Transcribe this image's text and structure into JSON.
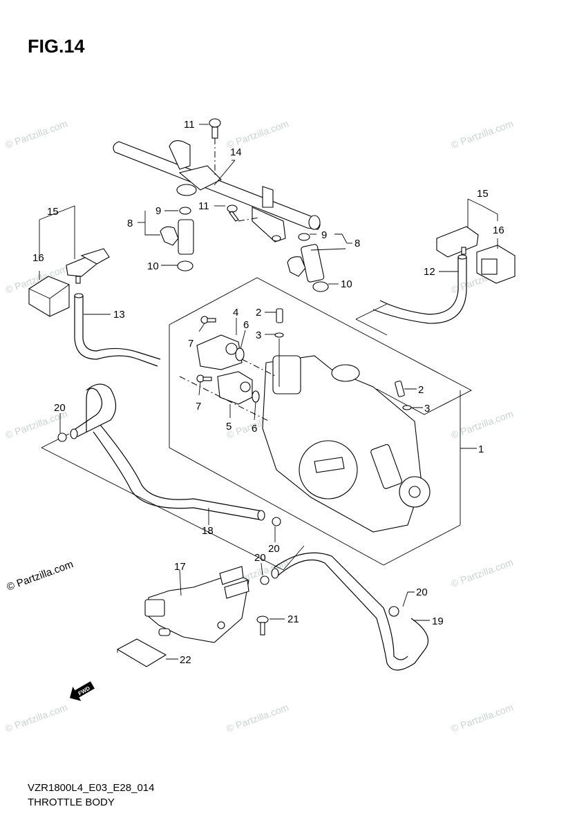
{
  "figure": {
    "title": "FIG.14",
    "diagram_code": "VZR1800L4_E03_E28_014",
    "section_name": "THROTTLE BODY",
    "fwd_label": "FWD"
  },
  "watermark": {
    "text": "© Partzilla.com",
    "color": "#c9d3cf"
  },
  "callouts": [
    {
      "id": "1",
      "label": "1"
    },
    {
      "id": "2a",
      "label": "2"
    },
    {
      "id": "2b",
      "label": "2"
    },
    {
      "id": "3a",
      "label": "3"
    },
    {
      "id": "3b",
      "label": "3"
    },
    {
      "id": "4",
      "label": "4"
    },
    {
      "id": "5",
      "label": "5"
    },
    {
      "id": "6a",
      "label": "6"
    },
    {
      "id": "6b",
      "label": "6"
    },
    {
      "id": "7a",
      "label": "7"
    },
    {
      "id": "7b",
      "label": "7"
    },
    {
      "id": "8a",
      "label": "8"
    },
    {
      "id": "8b",
      "label": "8"
    },
    {
      "id": "9a",
      "label": "9"
    },
    {
      "id": "9b",
      "label": "9"
    },
    {
      "id": "10a",
      "label": "10"
    },
    {
      "id": "10b",
      "label": "10"
    },
    {
      "id": "11a",
      "label": "11"
    },
    {
      "id": "11b",
      "label": "11"
    },
    {
      "id": "12",
      "label": "12"
    },
    {
      "id": "13",
      "label": "13"
    },
    {
      "id": "14",
      "label": "14"
    },
    {
      "id": "15a",
      "label": "15"
    },
    {
      "id": "15b",
      "label": "15"
    },
    {
      "id": "16a",
      "label": "16"
    },
    {
      "id": "16b",
      "label": "16"
    },
    {
      "id": "17",
      "label": "17"
    },
    {
      "id": "18",
      "label": "18"
    },
    {
      "id": "19",
      "label": "19"
    },
    {
      "id": "20a",
      "label": "20"
    },
    {
      "id": "20b",
      "label": "20"
    },
    {
      "id": "20c",
      "label": "20"
    },
    {
      "id": "20d",
      "label": "20"
    },
    {
      "id": "21",
      "label": "21"
    },
    {
      "id": "22",
      "label": "22"
    }
  ]
}
